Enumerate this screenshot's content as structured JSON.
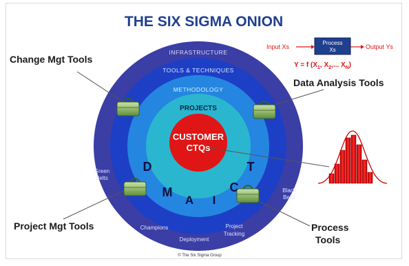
{
  "title": "THE SIX SIGMA ONION",
  "colors": {
    "title": "#1f3f8f",
    "ring_infrastructure": "#3b3ea5",
    "ring_tools": "#1d3fc6",
    "ring_methodology": "#2486e0",
    "ring_projects": "#2bb6cf",
    "core": "#e01515",
    "red_text": "#e01515",
    "process_box": "#1f3f8f"
  },
  "rings": {
    "infrastructure": "INFRASTRUCTURE",
    "tools": "TOOLS & TECHNIQUES",
    "methodology": "METHODOLOGY",
    "projects": "PROJECTS"
  },
  "core": {
    "line1": "CUSTOMER",
    "line2": "CTQs"
  },
  "dmaic": {
    "d": "D",
    "m": "M",
    "a": "A",
    "i": "I",
    "c": "C",
    "t": "T"
  },
  "roles": {
    "green_belts_1": "Green",
    "green_belts_2": "Belts",
    "black_belts_1": "Black",
    "black_belts_2": "Belts",
    "champions": "Champions",
    "deployment": "Deployment",
    "project_tracking_1": "Project",
    "project_tracking_2": "Tracking"
  },
  "callouts": {
    "change_mgt": "Change Mgt Tools",
    "data_analysis": "Data Analysis Tools",
    "project_mgt": "Project Mgt Tools",
    "process_tools_1": "Process",
    "process_tools_2": "Tools"
  },
  "process_diagram": {
    "input": "Input Xs",
    "box_line1": "Process",
    "box_line2": "Xs",
    "output": "Output Ys",
    "formula": "Y = f (X",
    "formula_sub1": "1",
    "formula_mid1": ", X",
    "formula_sub2": "2",
    "formula_mid2": ",... X",
    "formula_sub3": "N",
    "formula_end": ")"
  },
  "footer": "© The Six Sigma Group"
}
